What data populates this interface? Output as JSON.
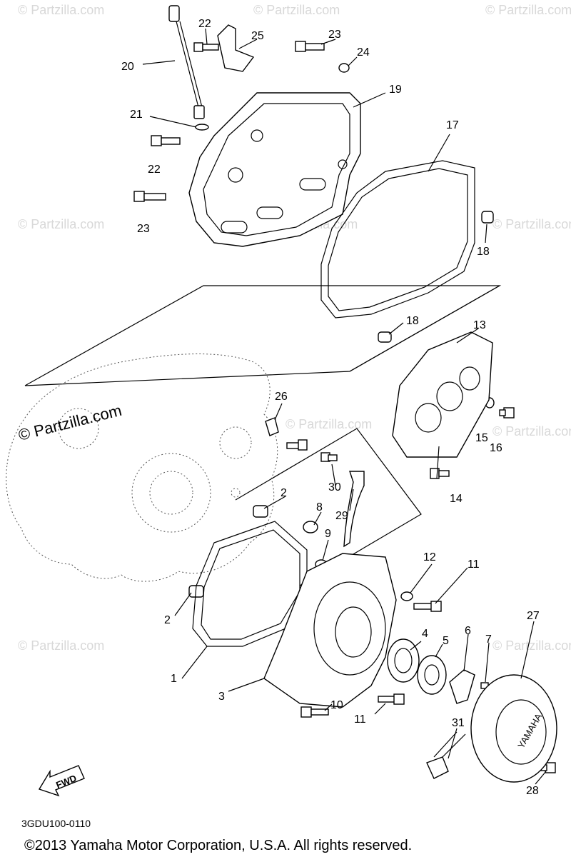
{
  "watermarks": {
    "faint_text": "© Partzilla.com",
    "main_text": "© Partzilla.com"
  },
  "diagram_code": "3GDU100-0110",
  "copyright": "©2013  Yamaha Motor Corporation, U.S.A. All rights reserved.",
  "fwd_label": "FWD",
  "cover_brand": "YAMAHA",
  "callouts": [
    "1",
    "2",
    "2",
    "3",
    "4",
    "5",
    "6",
    "7",
    "8",
    "9",
    "10",
    "11",
    "11",
    "12",
    "13",
    "14",
    "15",
    "16",
    "17",
    "18",
    "18",
    "19",
    "20",
    "21",
    "22",
    "22",
    "23",
    "23",
    "24",
    "25",
    "26",
    "27",
    "28",
    "29",
    "30",
    "31"
  ]
}
